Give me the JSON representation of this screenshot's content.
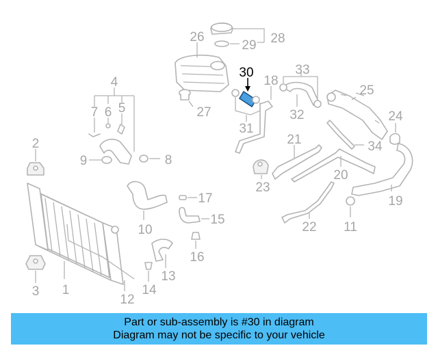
{
  "callouts": {
    "c1": "1",
    "c2": "2",
    "c3": "3",
    "c4": "4",
    "c5": "5",
    "c6": "6",
    "c7": "7",
    "c8": "8",
    "c9": "9",
    "c10": "10",
    "c11": "11",
    "c12": "12",
    "c13": "13",
    "c14": "14",
    "c15": "15",
    "c16": "16",
    "c17": "17",
    "c18": "18",
    "c19": "19",
    "c20": "20",
    "c21": "21",
    "c22": "22",
    "c23": "23",
    "c24": "24",
    "c25": "25",
    "c26": "26",
    "c27": "27",
    "c28": "28",
    "c29": "29",
    "c30": "30",
    "c31": "31",
    "c32": "32",
    "c33": "33",
    "c34": "34"
  },
  "highlight_color": "#4a9fe0",
  "banner": {
    "background": "#4dbdf5",
    "line1": "Part or sub-assembly is #30 in diagram",
    "line2": "Diagram may not be specific to your vehicle"
  }
}
